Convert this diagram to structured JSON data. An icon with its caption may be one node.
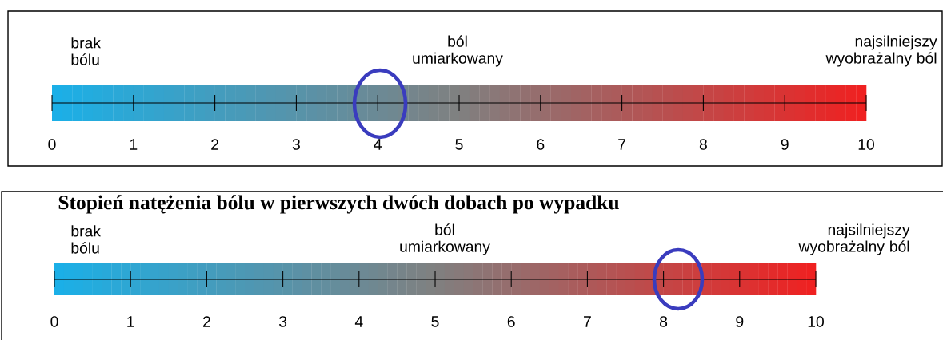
{
  "diagram": {
    "nodes": [
      {
        "text": [
          "brak bólu",
          "ból umiarkowany",
          "najsilniejszy wyobrażalny ból"
        ]
      },
      {
        "text": [],
        "shape": "bar",
        "in": 0
      },
      {
        "text": [],
        "shape": "circle",
        "in": 0
      },
      {
        "text": [
          "Stopień natężenia bólu w pierwszych dwóch dobach po wypadku",
          "brak bólu",
          "ból umiarkowany",
          "najsilniejszy wyobrażalny ból"
        ]
      },
      {
        "text": [],
        "shape": "bar",
        "in": 3
      },
      {
        "text": [],
        "shape": "circle",
        "in": 3
      }
    ],
    "labels": [
      "0",
      "1",
      "2",
      "3",
      "4",
      "5",
      "6",
      "7",
      "8",
      "9",
      "10",
      "0",
      "1",
      "2",
      "3",
      "4",
      "5",
      "6",
      "7",
      "8",
      "9",
      "10"
    ]
  }
}
